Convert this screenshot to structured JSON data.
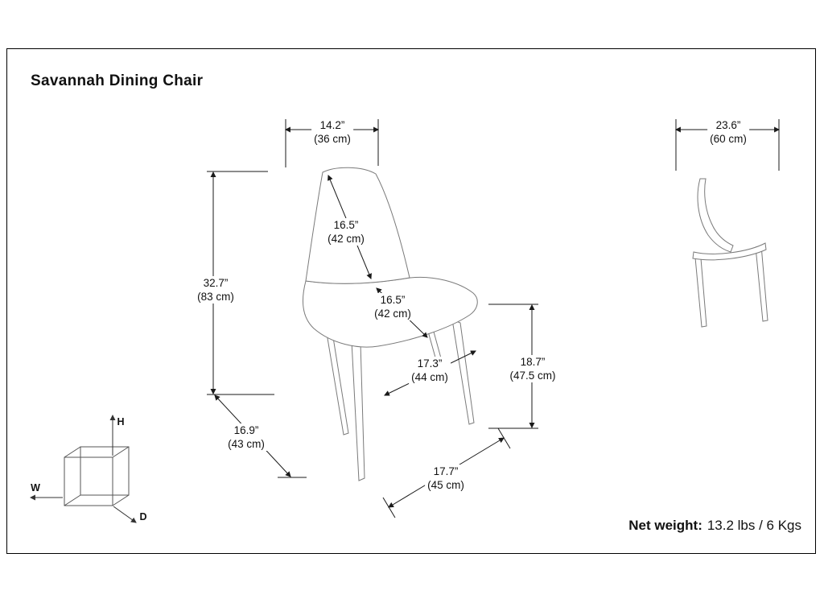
{
  "page": {
    "title": "Savannah Dining Chair",
    "net_weight_label": "Net weight:",
    "net_weight_value": "13.2 lbs / 6 Kgs"
  },
  "axes": {
    "height": "H",
    "width": "W",
    "depth": "D"
  },
  "dimensions": {
    "front_width": {
      "inches": "14.2”",
      "cm": "(36 cm)"
    },
    "overall_height": {
      "inches": "32.7”",
      "cm": "(83 cm)"
    },
    "back_length": {
      "inches": "16.5”",
      "cm": "(42 cm)"
    },
    "seat_width": {
      "inches": "16.5”",
      "cm": "(42 cm)"
    },
    "seat_depth": {
      "inches": "17.3”",
      "cm": "(44 cm)"
    },
    "seat_height": {
      "inches": "18.7”",
      "cm": "(47.5 cm)"
    },
    "leg_height": {
      "inches": "16.9”",
      "cm": "(43 cm)"
    },
    "overall_depth": {
      "inches": "17.7”",
      "cm": "(45 cm)"
    },
    "side_depth": {
      "inches": "23.6”",
      "cm": "(60 cm)"
    }
  }
}
